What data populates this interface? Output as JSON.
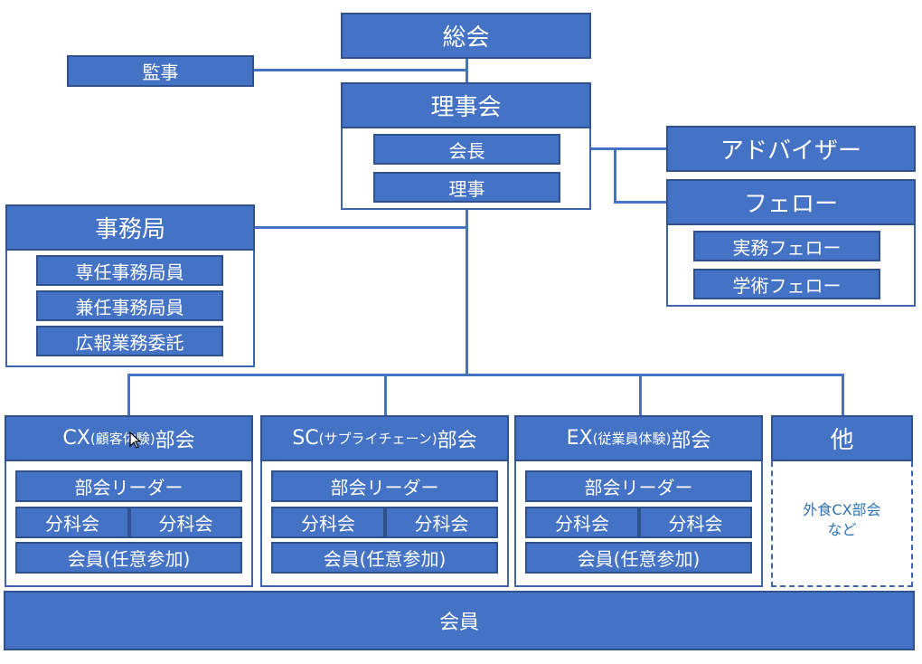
{
  "general_assembly": "総会",
  "auditor": "監事",
  "board": {
    "title": "理事会",
    "members": [
      "会長",
      "理事"
    ]
  },
  "advisor": "アドバイザー",
  "fellow": {
    "title": "フェロー",
    "members": [
      "実務フェロー",
      "学術フェロー"
    ]
  },
  "secretariat": {
    "title": "事務局",
    "members": [
      "専任事務局員",
      "兼任事務局員",
      "広報業務委託"
    ]
  },
  "subcommittees": [
    {
      "prefix": "CX",
      "paren": "(顧客体験)",
      "suffix": "部会",
      "leader": "部会リーダー",
      "sections": [
        "分科会",
        "分科会"
      ],
      "members": "会員(任意参加)"
    },
    {
      "prefix": "SC",
      "paren": "(サプライチェーン)",
      "suffix": "部会",
      "leader": "部会リーダー",
      "sections": [
        "分科会",
        "分科会"
      ],
      "members": "会員(任意参加)"
    },
    {
      "prefix": "EX",
      "paren": "(従業員体験)",
      "suffix": "部会",
      "leader": "部会リーダー",
      "sections": [
        "分科会",
        "分科会"
      ],
      "members": "会員(任意参加)"
    }
  ],
  "other": {
    "title": "他",
    "note_line1": "外食CX部会",
    "note_line2": "など"
  },
  "members_bar": "会員",
  "colors": {
    "box_fill": "#4472c4",
    "box_border": "#2f528f",
    "note_text": "#2e74b5"
  }
}
